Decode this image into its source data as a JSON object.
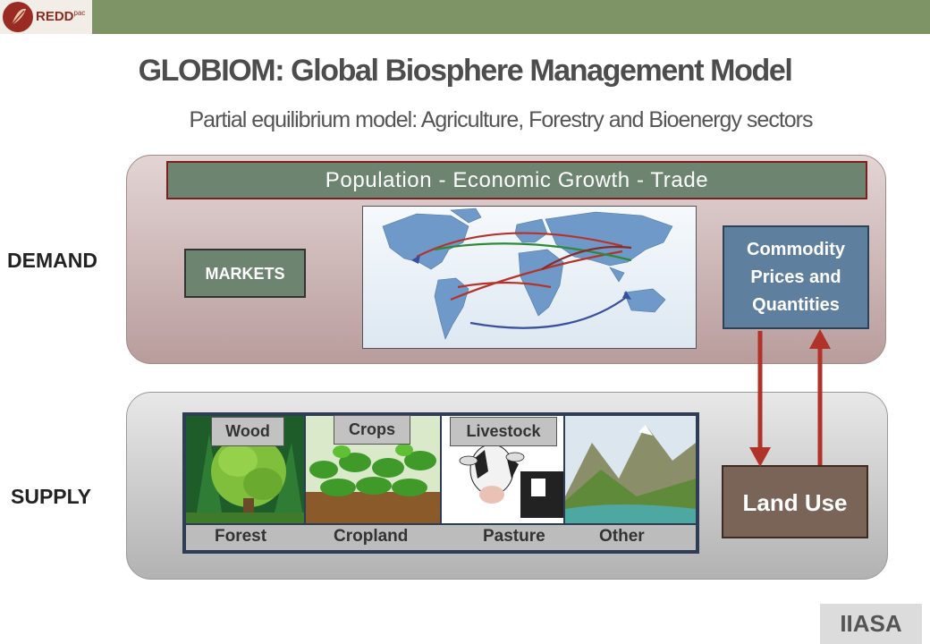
{
  "header": {
    "logo_text": "REDD",
    "logo_superscript": "pac"
  },
  "title": "GLOBIOM: Global Biosphere Management Model",
  "subtitle": "Partial equilibrium model: Agriculture, Forestry and Bioenergy sectors",
  "demand": {
    "label": "DEMAND",
    "banner": "Population - Economic Growth -  Trade",
    "markets": "MARKETS",
    "commodity_line1": "Commodity",
    "commodity_line2": "Prices and",
    "commodity_line3": "Quantities"
  },
  "supply": {
    "label": "SUPPLY",
    "land_use": "Land Use",
    "tags": {
      "wood": "Wood",
      "crops": "Crops",
      "livestock": "Livestock"
    },
    "land_types": {
      "forest": "Forest",
      "cropland": "Cropland",
      "pasture": "Pasture",
      "other": "Other"
    }
  },
  "footer": {
    "org": "IIASA"
  },
  "colors": {
    "header_bar": "#7f9466",
    "demand_panel": "#c9b2b2",
    "green_box": "#6d8471",
    "blue_box": "#5f7f9e",
    "brown_box": "#7a6457",
    "arrow": "#b0332a"
  }
}
